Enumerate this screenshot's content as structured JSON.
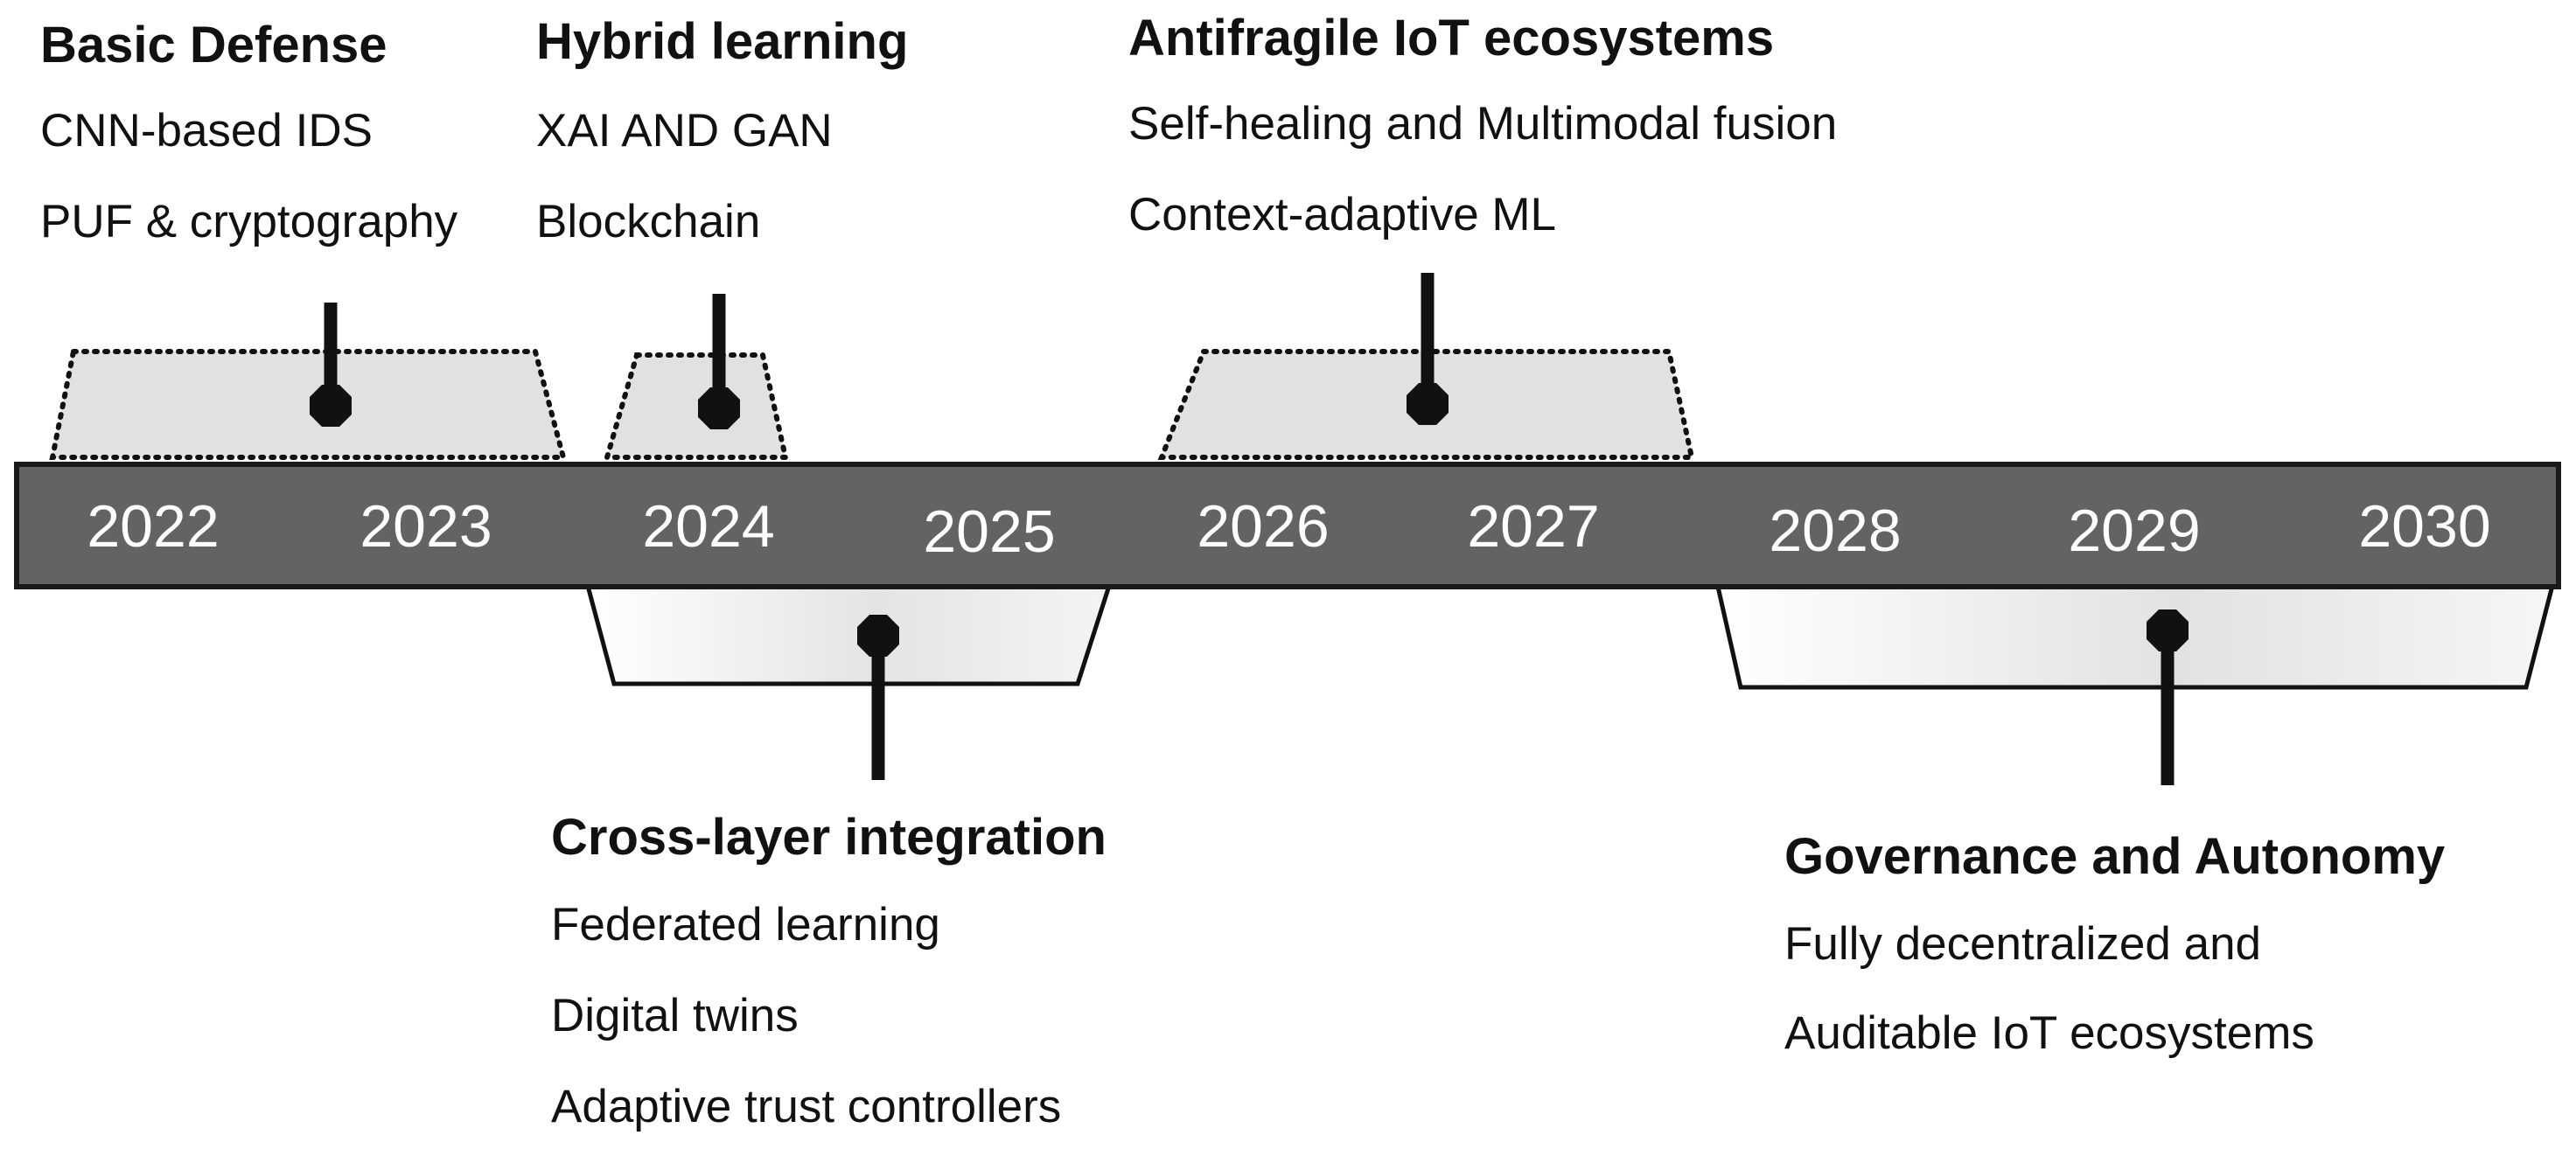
{
  "years": [
    "2022",
    "2023",
    "2024",
    "2025",
    "2026",
    "2027",
    "2028",
    "2029",
    "2030"
  ],
  "milestones": [
    {
      "title": "Basic Defense",
      "items": [
        "CNN-based IDS",
        "PUF & cryptography"
      ]
    },
    {
      "title": "Hybrid learning",
      "items": [
        "XAI AND GAN",
        "Blockchain"
      ]
    },
    {
      "title": "Antifragile IoT ecosystems",
      "items": [
        "Self-healing and Multimodal fusion",
        "Context-adaptive ML"
      ]
    },
    {
      "title": "Cross-layer integration",
      "items": [
        "Federated learning",
        "Digital twins",
        "Adaptive trust controllers"
      ]
    },
    {
      "title": "Governance and Autonomy",
      "items": [
        "Fully decentralized and",
        "Auditable IoT ecosystems"
      ]
    }
  ],
  "colors": {
    "timeline_bar": "#636363",
    "timeline_border": "#1a1a1a",
    "year_text": "#ffffff",
    "upper_box_fill": "#dfe1e3",
    "lower_box_fill": "#e6e6e6",
    "marker": "#111111"
  }
}
